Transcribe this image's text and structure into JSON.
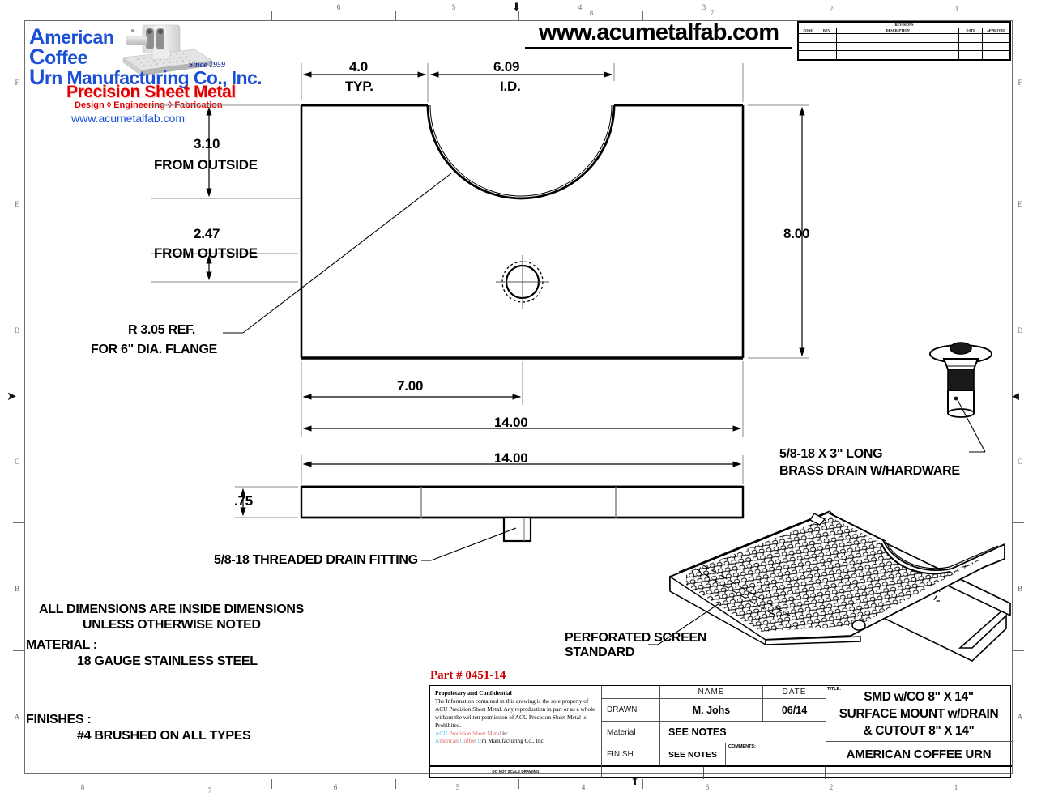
{
  "header": {
    "website_banner": "www.acumetalfab.com",
    "logo": {
      "line1": "American",
      "line1_cap": "A",
      "line1_rest": "merican",
      "line2_cap": "C",
      "line2_rest": "offee",
      "line3_cap": "U",
      "line3_rest": "rn Manufacturing Co., Inc.",
      "since": "Since 1959",
      "precision": "Precision Sheet Metal",
      "tagline": "Design  ◊  Engineering  ◊  Fabrication",
      "url": "www.acumetalfab.com"
    }
  },
  "revision_block": {
    "title": "REVISIONS",
    "columns": [
      "ZONE",
      "REV.",
      "DESCRIPTION",
      "DATE",
      "APPROVED"
    ],
    "rows": [
      [
        "",
        "",
        "",
        "",
        ""
      ],
      [
        "",
        "",
        "",
        "",
        ""
      ],
      [
        "",
        "",
        "",
        "",
        ""
      ]
    ]
  },
  "frame": {
    "zone_letters_left": [
      "F",
      "E",
      "D",
      "C",
      "B",
      "A"
    ],
    "zone_letters_right": [
      "F",
      "E",
      "D",
      "C",
      "B",
      "A"
    ],
    "zone_numbers_top": [
      "6",
      "5",
      "4",
      "3",
      "2",
      "1"
    ],
    "zone_numbers_top_alt": [
      "8",
      "7"
    ],
    "zone_numbers_bottom": [
      "8",
      "7",
      "6",
      "5",
      "4",
      "3",
      "2",
      "1"
    ]
  },
  "drawing": {
    "top_view": {
      "dim_4_0": "4.0",
      "dim_4_0_sub": "TYP.",
      "dim_609": "6.09",
      "dim_609_sub": "I.D.",
      "dim_310": "3.10",
      "dim_310_sub": "FROM OUTSIDE",
      "dim_247": "2.47",
      "dim_247_sub": "FROM OUTSIDE",
      "dim_800": "8.00",
      "dim_700": "7.00",
      "dim_1400": "14.00",
      "radius_note_1": "R 3.05 REF.",
      "radius_note_2": "FOR 6\" DIA. FLANGE"
    },
    "side_view": {
      "dim_1400": "14.00",
      "dim_075": ".75",
      "drain_fitting_note": "5/8-18 THREADED DRAIN FITTING"
    },
    "brass_drain_note_1": "5/8-18 X 3\" LONG",
    "brass_drain_note_2": "BRASS DRAIN W/HARDWARE",
    "screen_note_1": "PERFORATED SCREEN",
    "screen_note_2": "STANDARD"
  },
  "notes": {
    "line1": "ALL DIMENSIONS ARE INSIDE DIMENSIONS",
    "line2": "UNLESS OTHERWISE NOTED",
    "material_label": "MATERIAL :",
    "material_value": "18 GAUGE STAINLESS STEEL",
    "finishes_label": "FINISHES :",
    "finishes_value": "#4 BRUSHED ON ALL TYPES"
  },
  "part_number": "Part # 0451-14",
  "title_block": {
    "proprietary_heading": "Proprietary and Confidential",
    "proprietary_body": "The Information contained in this drawing is the sole property of ACU Precision Sheet Metal. Any reproduction in part or as a whole without the written permission of ACU Precision Sheet Metal is Prohibited.",
    "acu_is_label_a": "ACU",
    "acu_is_label_b": " Precision Sheet Metal",
    "acu_is_label_c": " is:",
    "acu_full_a": "A",
    "acu_full_b": "merican ",
    "acu_full_c": "C",
    "acu_full_d": "offee ",
    "acu_full_e": "U",
    "acu_full_f": "rn Manufacturing Co., Inc.",
    "do_not_scale": "DO NOT SCALE DRAWING",
    "header_name": "NAME",
    "header_date": "DATE",
    "row_drawn_label": "DRAWN",
    "row_drawn_name": "M. Johs",
    "row_drawn_date": "06/14",
    "row_material_label": "Material",
    "row_material_value": "SEE NOTES",
    "row_finish_label": "FINISH",
    "row_finish_value": "SEE NOTES",
    "comments_label": "COMMENTS:",
    "title_label": "TITLE:",
    "title_line1": "SMD w/CO 8\" X 14\"",
    "title_line2": "SURFACE MOUNT w/DRAIN",
    "title_line3": "& CUTOUT 8\" X 14\"",
    "company": "AMERICAN COFFEE URN"
  },
  "colors": {
    "logo_blue": "#1a4fd6",
    "logo_red": "#e00000",
    "part_red": "#cc0000",
    "frame_gray": "#6f6f6f",
    "line_black": "#000000"
  }
}
